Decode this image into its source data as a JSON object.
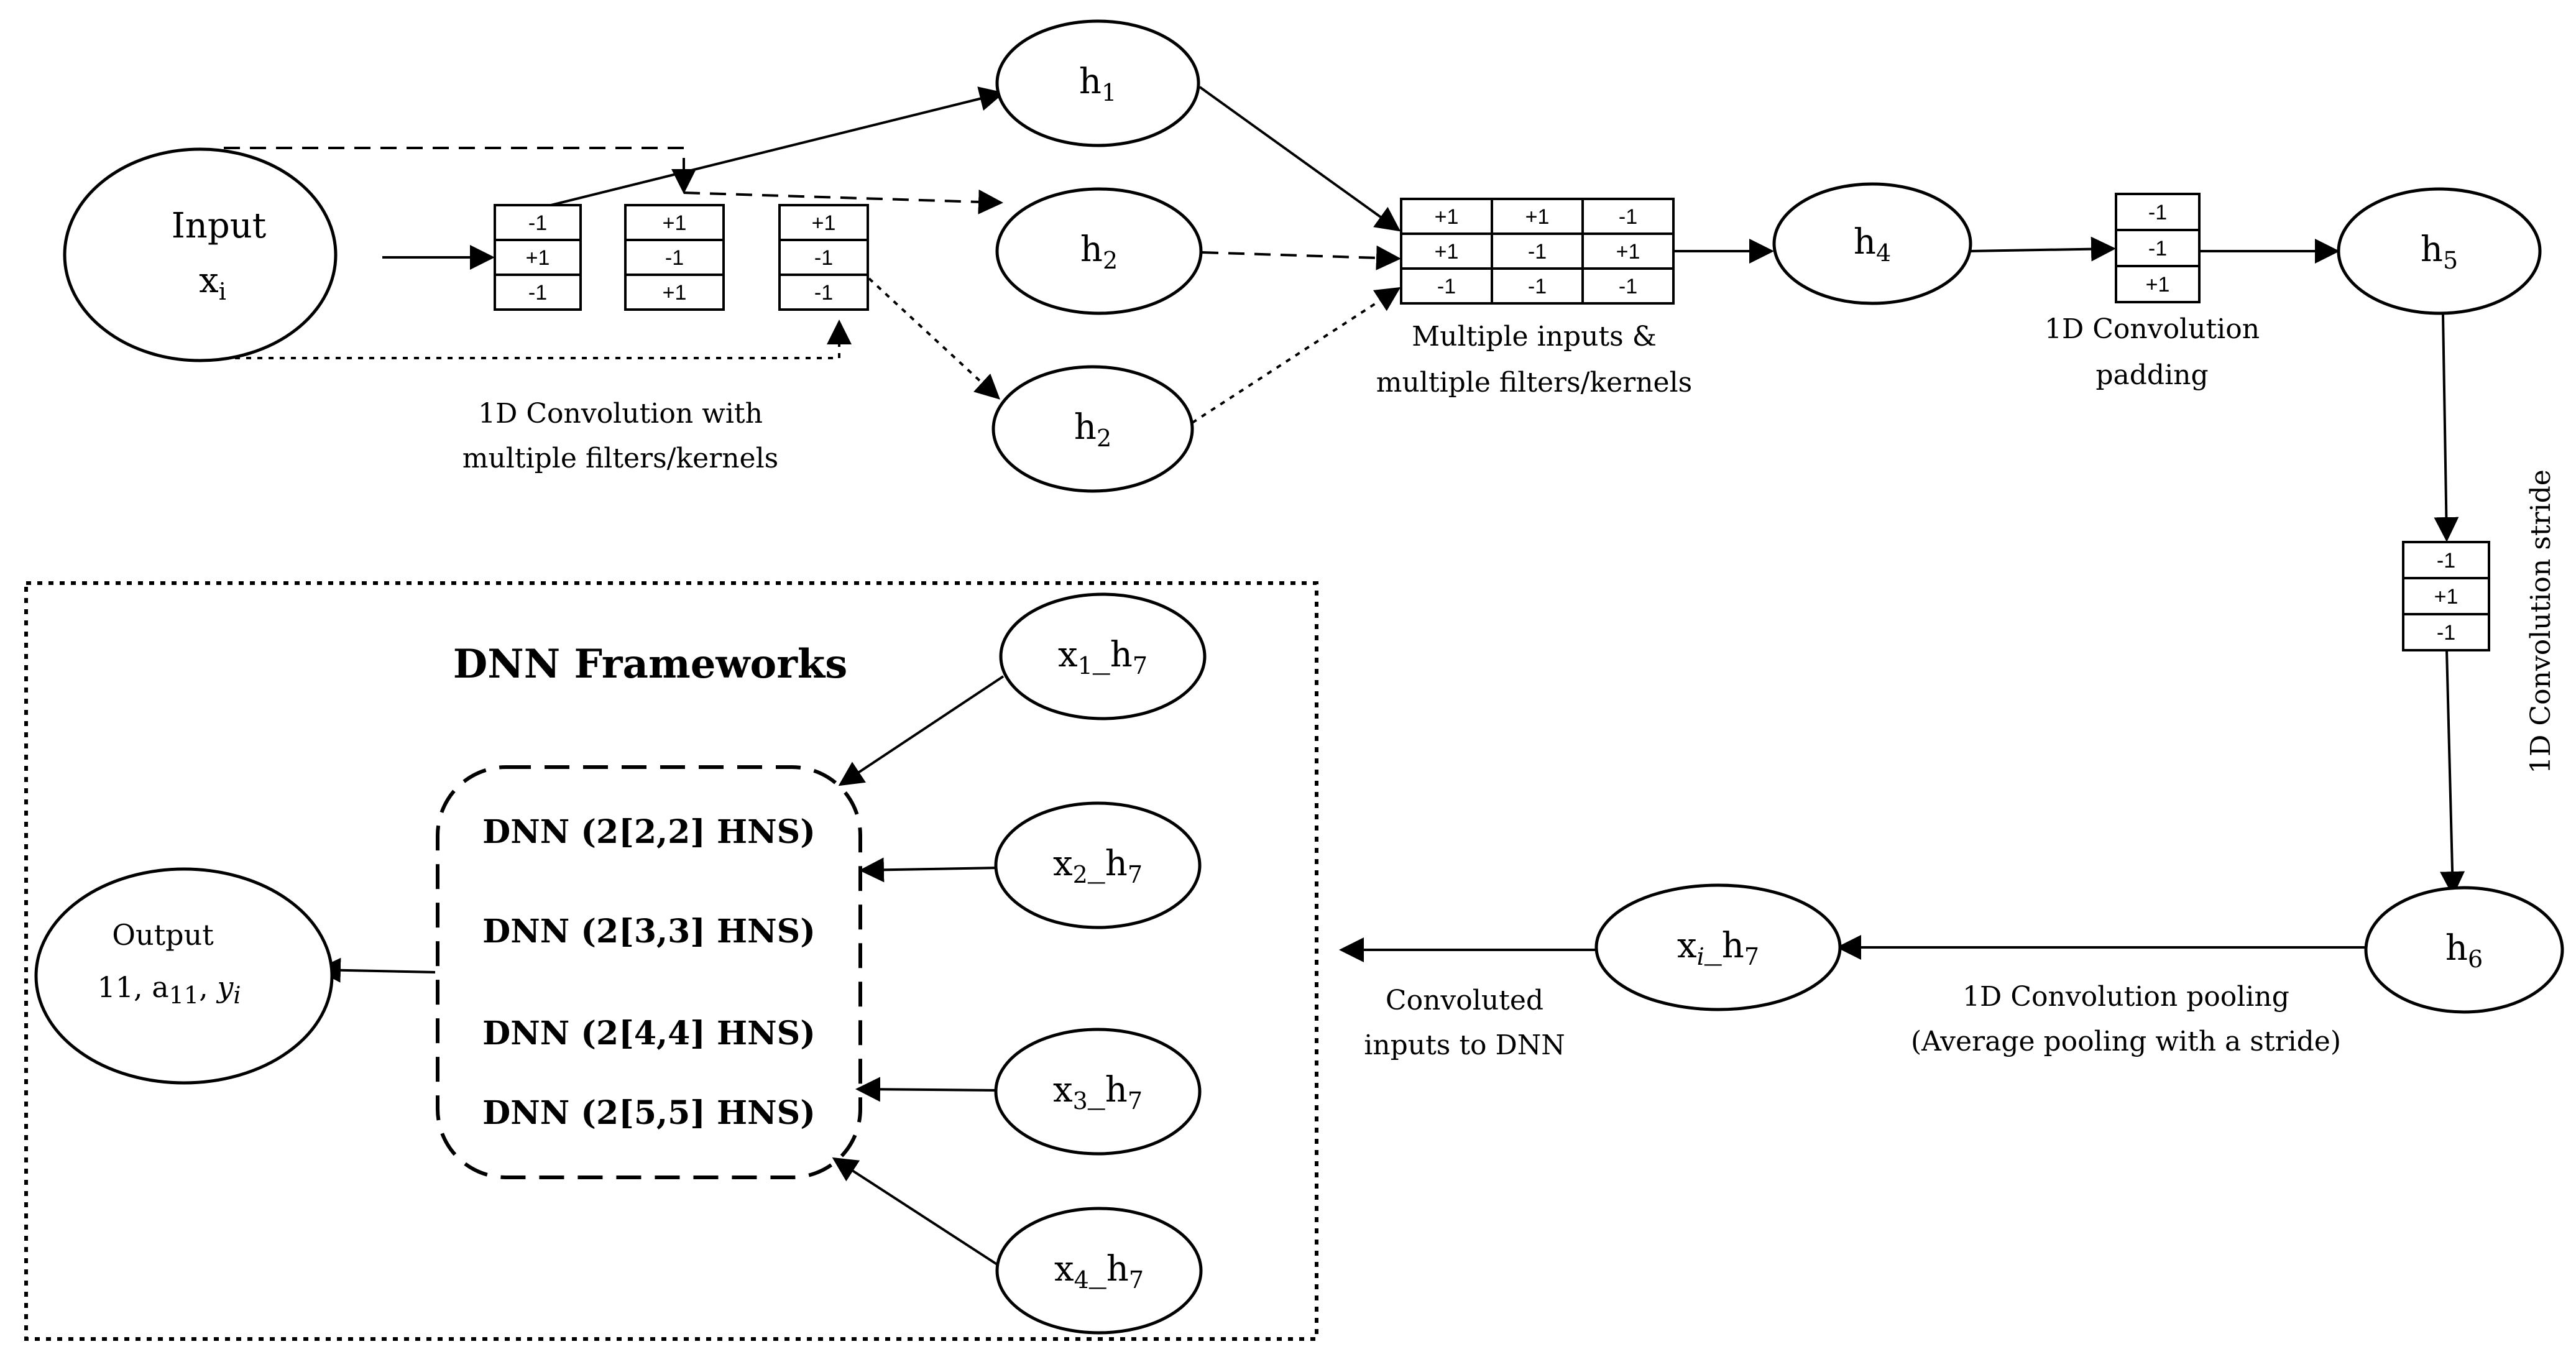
{
  "input": {
    "title": "Input",
    "var": "x",
    "sub": "i"
  },
  "nodes": {
    "h1": {
      "base": "h",
      "sub": "1"
    },
    "h2a": {
      "base": "h",
      "sub": "2"
    },
    "h2b": {
      "base": "h",
      "sub": "2"
    },
    "h4": {
      "base": "h",
      "sub": "4"
    },
    "h5": {
      "base": "h",
      "sub": "5"
    },
    "h6": {
      "base": "h",
      "sub": "6"
    },
    "xih7": {
      "base": "x",
      "sub": "i",
      "tail": "_h",
      "tailsub": "7"
    },
    "x1h7": {
      "base": "x",
      "sub": "1",
      "tail": "_h",
      "tailsub": "7"
    },
    "x2h7": {
      "base": "x",
      "sub": "2",
      "tail": "_h",
      "tailsub": "7"
    },
    "x3h7": {
      "base": "x",
      "sub": "3",
      "tail": "_h",
      "tailsub": "7"
    },
    "x4h7": {
      "base": "x",
      "sub": "4",
      "tail": "_h",
      "tailsub": "7"
    }
  },
  "filters": {
    "k1": [
      "-1",
      "+1",
      "-1"
    ],
    "k2": [
      "+1",
      "-1",
      "+1"
    ],
    "k3": [
      "+1",
      "-1",
      "-1"
    ],
    "multi": [
      [
        "+1",
        "+1",
        "-1"
      ],
      [
        "+1",
        "-1",
        "+1"
      ],
      [
        "-1",
        "-1",
        "-1"
      ]
    ],
    "pad": [
      "-1",
      "-1",
      "+1"
    ],
    "stride": [
      "-1",
      "+1",
      "-1"
    ]
  },
  "captions": {
    "conv_multi": [
      "1D Convolution with",
      "multiple filters/kernels"
    ],
    "multi_inputs": [
      "Multiple inputs &",
      "multiple filters/kernels"
    ],
    "padding": [
      "1D Convolution",
      "padding"
    ],
    "stride": "1D Convolution stride",
    "pooling": [
      "1D Convolution pooling",
      "(Average pooling with a stride)"
    ],
    "convoluted": [
      "Convoluted",
      "inputs to DNN"
    ]
  },
  "dnn": {
    "title": "DNN Frameworks",
    "items": [
      "DNN (2[2,2] HNS)",
      "DNN (2[3,3] HNS)",
      "DNN (2[4,4] HNS)",
      "DNN (2[5,5] HNS)"
    ]
  },
  "output": {
    "label": "Output",
    "l2a": "11, a",
    "l2sub": "11",
    "l2b": ", ",
    "l2y": "y",
    "l2ysub": "i"
  }
}
